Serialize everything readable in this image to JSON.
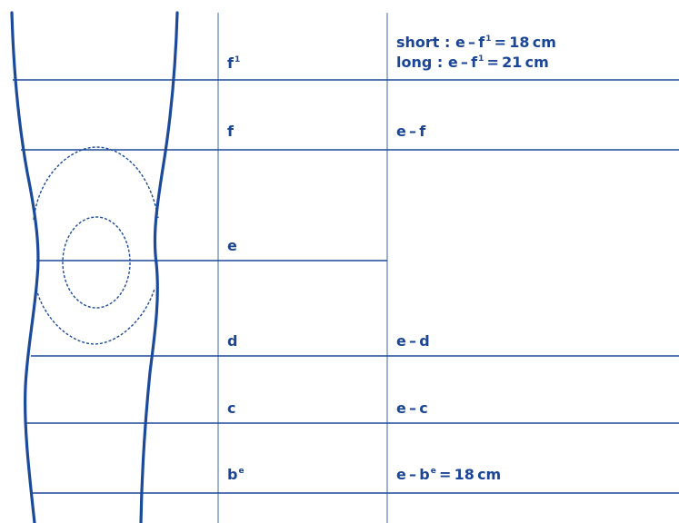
{
  "colors": {
    "line": "#1c4a9a",
    "thin": "#5e7eb9",
    "text": "#1b4595"
  },
  "rows": [
    {
      "level": "f",
      "sup": "1",
      "formulas": [
        {
          "pre": "short : e – f",
          "sup": "1",
          "post": " = 18 cm"
        },
        {
          "pre": "long : e – f",
          "sup": "1",
          "post": " = 21 cm"
        }
      ]
    },
    {
      "level": "f",
      "sup": "",
      "formulas": [
        {
          "pre": "e – f",
          "sup": "",
          "post": ""
        }
      ]
    },
    {
      "level": "e",
      "sup": "",
      "formulas": []
    },
    {
      "level": "d",
      "sup": "",
      "formulas": [
        {
          "pre": "e – d",
          "sup": "",
          "post": ""
        }
      ]
    },
    {
      "level": "c",
      "sup": "",
      "formulas": [
        {
          "pre": "e – c",
          "sup": "",
          "post": ""
        }
      ]
    },
    {
      "level": "b",
      "sup": "e",
      "formulas": [
        {
          "pre": "e – b",
          "sup": "e",
          "post": " = 18 cm"
        }
      ]
    }
  ]
}
